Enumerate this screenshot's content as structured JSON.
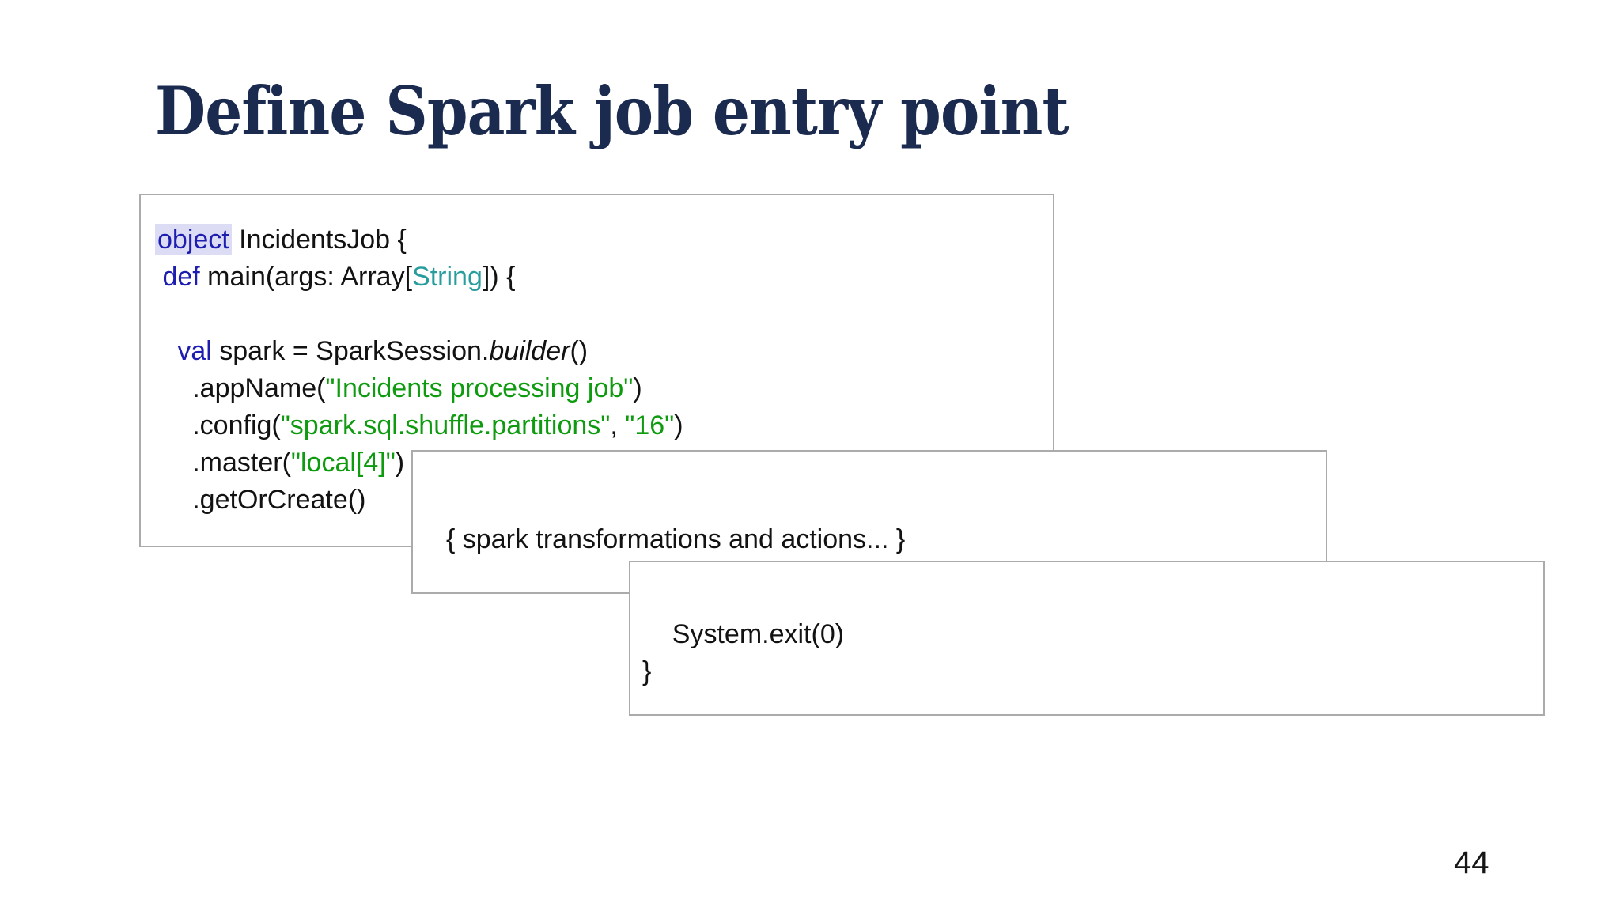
{
  "slide": {
    "title": "Define Spark job entry point",
    "page_number": "44"
  },
  "colors": {
    "background": "#ffffff",
    "title_text": "#1b2b50",
    "code_plain": "#121212",
    "code_keyword": "#1d1db0",
    "code_string": "#0f9b0f",
    "code_type": "#299c9e",
    "keyword_highlight_bg": "#dcdcf5",
    "box_border": "#ababab"
  },
  "code_boxes": [
    {
      "name": "spark-session-setup",
      "lines": [
        [
          {
            "t": "object",
            "s": "keyword-hl"
          },
          {
            "t": " IncidentsJob {",
            "s": "plain"
          }
        ],
        [
          {
            "t": " ",
            "s": "plain"
          },
          {
            "t": "def",
            "s": "keyword"
          },
          {
            "t": " main(args: Array[",
            "s": "plain"
          },
          {
            "t": "String",
            "s": "type"
          },
          {
            "t": "]) {",
            "s": "plain"
          }
        ],
        [],
        [
          {
            "t": "   ",
            "s": "plain"
          },
          {
            "t": "val",
            "s": "keyword"
          },
          {
            "t": " spark = SparkSession.",
            "s": "plain"
          },
          {
            "t": "builder",
            "s": "italic"
          },
          {
            "t": "()",
            "s": "plain"
          }
        ],
        [
          {
            "t": "     .appName(",
            "s": "plain"
          },
          {
            "t": "\"Incidents processing job\"",
            "s": "string"
          },
          {
            "t": ")",
            "s": "plain"
          }
        ],
        [
          {
            "t": "     .config(",
            "s": "plain"
          },
          {
            "t": "\"spark.sql.shuffle.partitions\"",
            "s": "string"
          },
          {
            "t": ", ",
            "s": "plain"
          },
          {
            "t": "\"16\"",
            "s": "string"
          },
          {
            "t": ")",
            "s": "plain"
          }
        ],
        [
          {
            "t": "     .master(",
            "s": "plain"
          },
          {
            "t": "\"local[4]\"",
            "s": "string"
          },
          {
            "t": ")",
            "s": "plain"
          }
        ],
        [
          {
            "t": "     .getOrCreate()",
            "s": "plain"
          }
        ]
      ]
    },
    {
      "name": "spark-transformations-placeholder",
      "lines": [
        [
          {
            "t": "{ spark transformations and actions... }",
            "s": "plain"
          }
        ]
      ]
    },
    {
      "name": "system-exit",
      "lines": [
        [
          {
            "t": "    System.exit(0)",
            "s": "plain"
          }
        ],
        [
          {
            "t": "}",
            "s": "plain"
          }
        ]
      ]
    }
  ]
}
